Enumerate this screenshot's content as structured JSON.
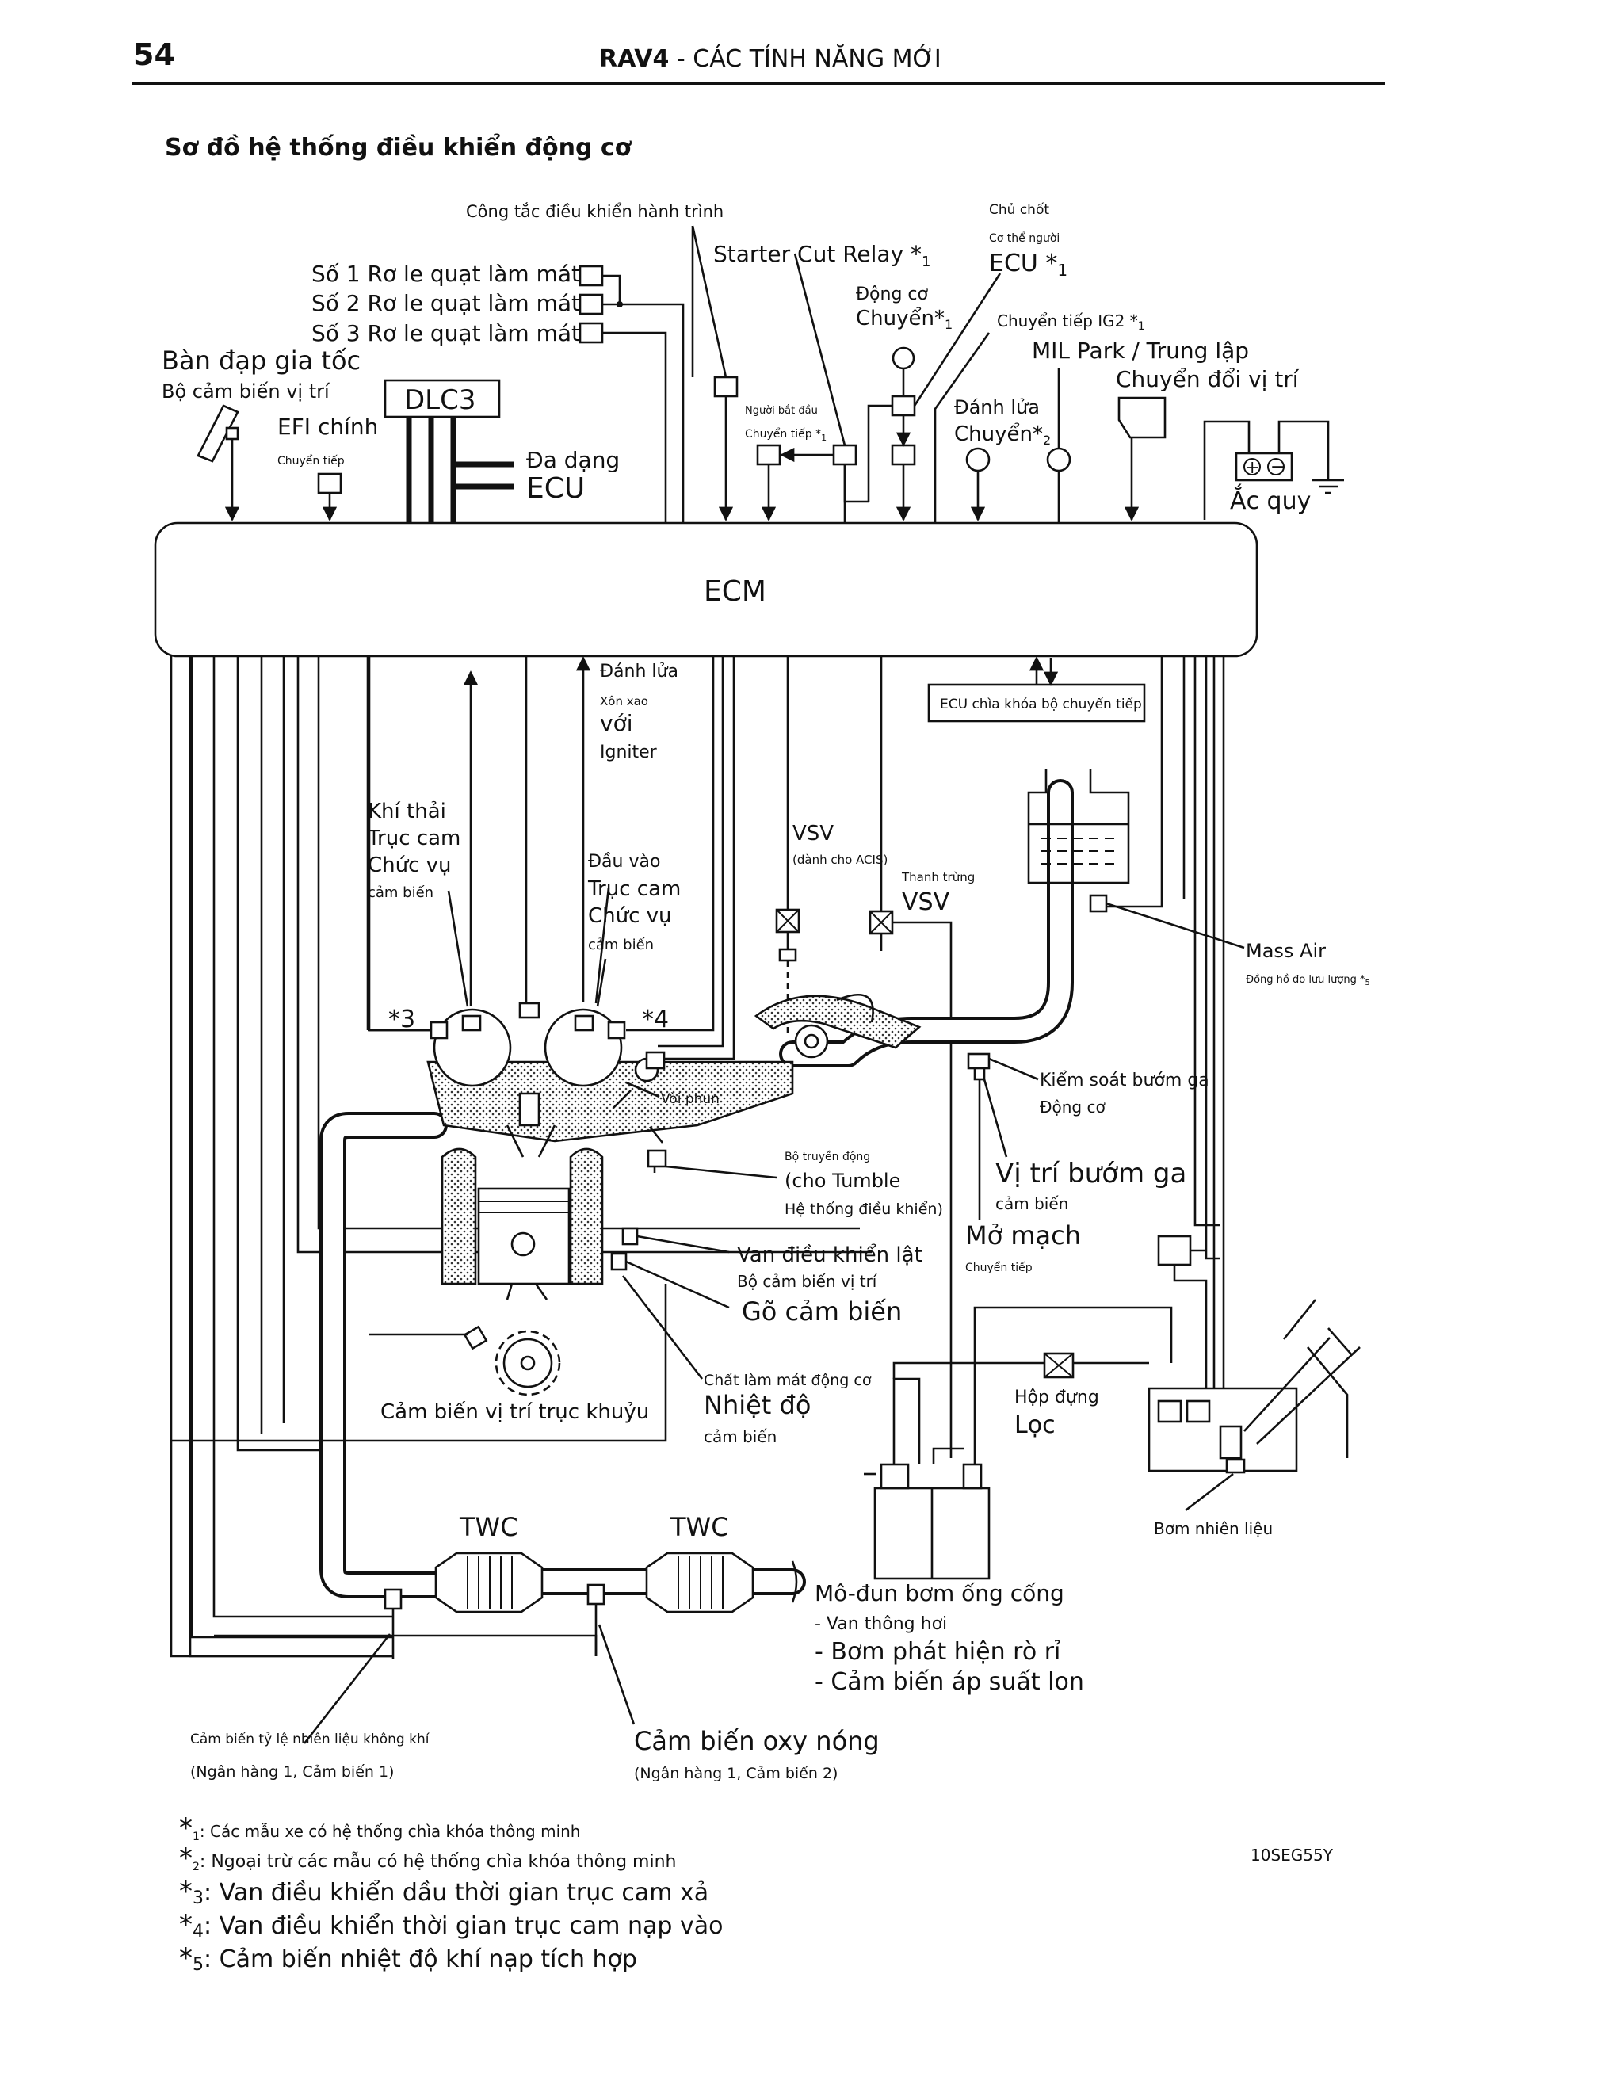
{
  "header": {
    "page_number": "54",
    "title_bold": "RAV4",
    "title_rest": " - CÁC TÍNH NĂNG MỚI"
  },
  "section_title": "Sơ đồ hệ thống điều khiển động cơ",
  "ecm": "ECM",
  "labels": {
    "cruise_switch": "Công tắc điều khiển hành trình",
    "fan_relay_1": "Số 1 Rơ le quạt làm mát",
    "fan_relay_2": "Số 2 Rơ le quạt làm mát",
    "fan_relay_3": "Số 3 Rơ le quạt làm mát",
    "accel_pedal": "Bàn đạp gia tốc",
    "accel_pos_sensor": "Bộ cảm biến vị trí",
    "dlc3": "DLC3",
    "efi_main": "EFI chính",
    "efi_relay": "Chuyển tiếp",
    "multiplex_1": "Đa dạng",
    "multiplex_2": "ECU",
    "starter_cut_relay": "Starter Cut Relay *",
    "starter_cut_sub": "1",
    "master": "Chủ chốt",
    "body_ecu_small": "Cơ thể người",
    "body_ecu_big": "ECU *",
    "body_ecu_sub": "1",
    "engine_switch_1": "Động cơ",
    "engine_switch_2": "Chuyển*",
    "engine_switch_sub": "1",
    "ig2_relay": "Chuyển tiếp IG2 *",
    "ig2_sub": "1",
    "starter_relay_1": "Người bắt đầu",
    "starter_relay_2": "Chuyển tiếp *",
    "starter_relay_sub": "1",
    "ignition_switch_1": "Đánh lửa",
    "ignition_switch_2": "Chuyển*",
    "ignition_switch_sub": "2",
    "mil": "MIL Park / Trung lập",
    "position_switch": "Chuyển đổi vị trí",
    "battery": "Ắc quy",
    "ignition_coil_1": "Đánh lửa",
    "ignition_coil_2": "Xôn xao",
    "ignition_coil_3": "với",
    "ignition_coil_4": "Igniter",
    "key_ecu": "ECU chìa khóa bộ chuyển tiếp",
    "exh_cam_1": "Khí thải",
    "exh_cam_2": "Trục cam",
    "exh_cam_3": "Chức vụ",
    "exh_cam_4": "cảm biến",
    "int_cam_1": "Đầu vào",
    "int_cam_2": "Trục cam",
    "int_cam_3": "Chức vụ",
    "int_cam_4": "cảm biến",
    "vsv_acis_1": "VSV",
    "vsv_acis_2": "(dành cho ACIS)",
    "purge_vsv_1": "Thanh trừng",
    "purge_vsv_2": "VSV",
    "mass_air_1": "Mass Air",
    "mass_air_2": "Đồng hồ đo lưu lượng *",
    "mass_air_sub": "5",
    "star3": "*3",
    "star4": "*4",
    "injector": "Vòi phun",
    "throttle_ctrl_1": "Kiểm soát bướm ga",
    "throttle_ctrl_2": "Động cơ",
    "actuator_1": "Bộ truyền động",
    "actuator_2": "(cho Tumble",
    "actuator_3": "Hệ thống điều khiển)",
    "throttle_pos_1": "Vị trí bướm ga",
    "throttle_pos_2": "cảm biến",
    "circuit_open_1": "Mở mạch",
    "circuit_open_2": "Chuyển tiếp",
    "tumble_pos_1": "Van điều khiển lật",
    "tumble_pos_2": "Bộ cảm biến vị trí",
    "knock": "Gõ cảm biến",
    "coolant_1": "Chất làm mát động cơ",
    "coolant_2": "Nhiệt độ",
    "coolant_3": "cảm biến",
    "crank": "Cảm biến vị trí trục khuỷu",
    "canister_1": "Hộp đựng",
    "canister_2": "Lọc",
    "fuel_pump": "Bơm nhiên liệu",
    "twc_1": "TWC",
    "twc_2": "TWC",
    "pump_module": "Mô-đun bơm ống cống",
    "pump_vent": "- Van thông hơi",
    "pump_leak": "- Bơm phát hiện rò rỉ",
    "pump_pressure": "- Cảm biến áp suất lon",
    "af_sensor_1": "Cảm biến tỷ lệ nhiên liệu không khí",
    "af_sensor_2": "(Ngân hàng 1, Cảm biến 1)",
    "o2_sensor_1": "Cảm biến oxy nóng",
    "o2_sensor_2": "(Ngân hàng 1, Cảm biến 2)",
    "figure_code": "10SEG55Y"
  },
  "footnotes": [
    {
      "mark": "*",
      "sub": "1",
      "text": ": Các mẫu xe có hệ thống chìa khóa thông minh"
    },
    {
      "mark": "*",
      "sub": "2",
      "text": ": Ngoại trừ các mẫu có hệ thống chìa khóa thông minh"
    },
    {
      "mark": "*",
      "sub": "3",
      "text": ": Van điều khiển dầu thời gian trục cam xả"
    },
    {
      "mark": "*",
      "sub": "4",
      "text": ": Van điều khiển thời gian trục cam nạp vào"
    },
    {
      "mark": "*",
      "sub": "5",
      "text": ": Cảm biến nhiệt độ khí nạp tích hợp"
    }
  ]
}
